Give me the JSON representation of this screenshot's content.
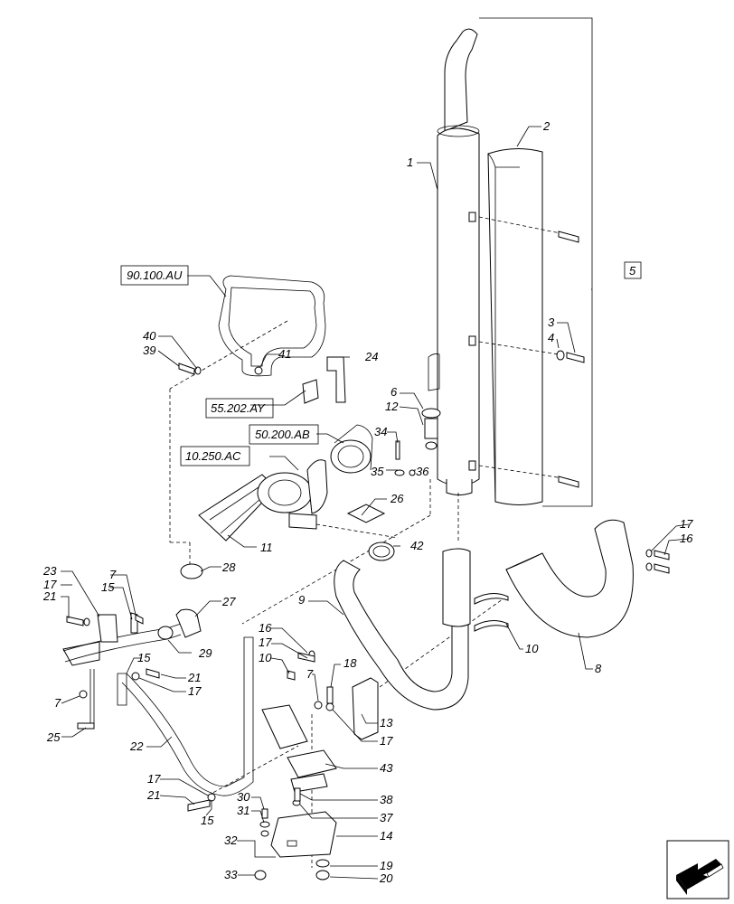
{
  "diagram": {
    "title": "",
    "callouts": [
      "1",
      "2",
      "3",
      "4",
      "5",
      "6",
      "7",
      "8",
      "9",
      "10",
      "11",
      "12",
      "13",
      "14",
      "15",
      "16",
      "17",
      "18",
      "19",
      "20",
      "21",
      "22",
      "23",
      "24",
      "25",
      "26",
      "27",
      "28",
      "29",
      "30",
      "31",
      "32",
      "33",
      "34",
      "35",
      "36",
      "37",
      "38",
      "39",
      "40",
      "41",
      "42",
      "43"
    ],
    "reference_boxes": [
      "90.100.AU",
      "55.202.AY",
      "50.200.AB",
      "10.250.AC",
      "5"
    ]
  },
  "icons": {
    "navigation": "next-page-arrow-icon"
  }
}
